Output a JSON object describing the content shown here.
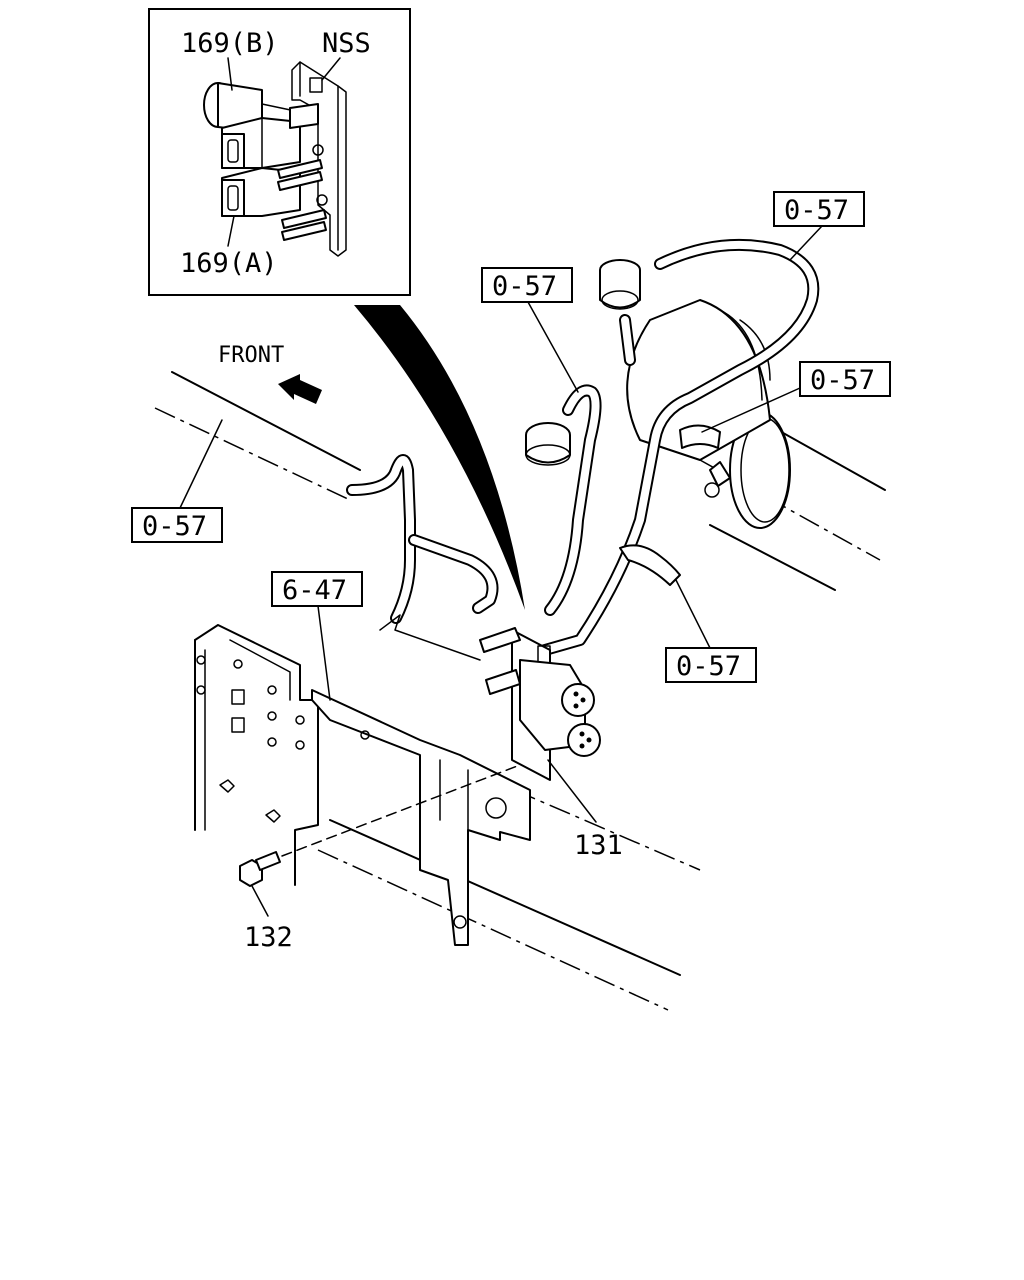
{
  "callouts": {
    "part_169b": "169(B)",
    "nss": "NSS",
    "part_169a": "169(A)",
    "front": "FRONT",
    "ref_057_top": "0-57",
    "ref_057_middle": "0-57",
    "ref_057_right": "0-57",
    "ref_057_left": "0-57",
    "ref_057_clip": "0-57",
    "ref_647": "6-47",
    "part_131": "131",
    "part_132": "132"
  }
}
